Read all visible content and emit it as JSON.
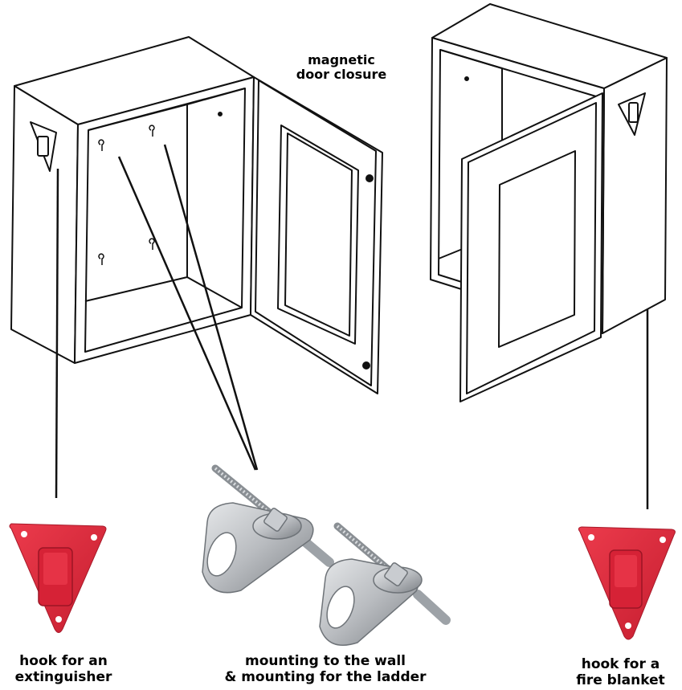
{
  "labels": {
    "magnetic_line1": "magnetic",
    "magnetic_line2": "door closure",
    "extinguisher_line1": "hook for an",
    "extinguisher_line2": "extinguisher",
    "wall_line1": "mounting to the wall",
    "wall_line2": "& mounting for the ladder",
    "blanket_line1": "hook for a",
    "blanket_line2": "fire blanket"
  },
  "colors": {
    "hook_red": "#e0263a",
    "hook_red_dark": "#b81a2c",
    "steel": "#b9bcc0",
    "steel_dark": "#7c8085",
    "outline": "#111111"
  },
  "icons": [
    "extinguisher-hook-icon",
    "fire-blanket-hook-icon",
    "wall-anchor-icon"
  ]
}
